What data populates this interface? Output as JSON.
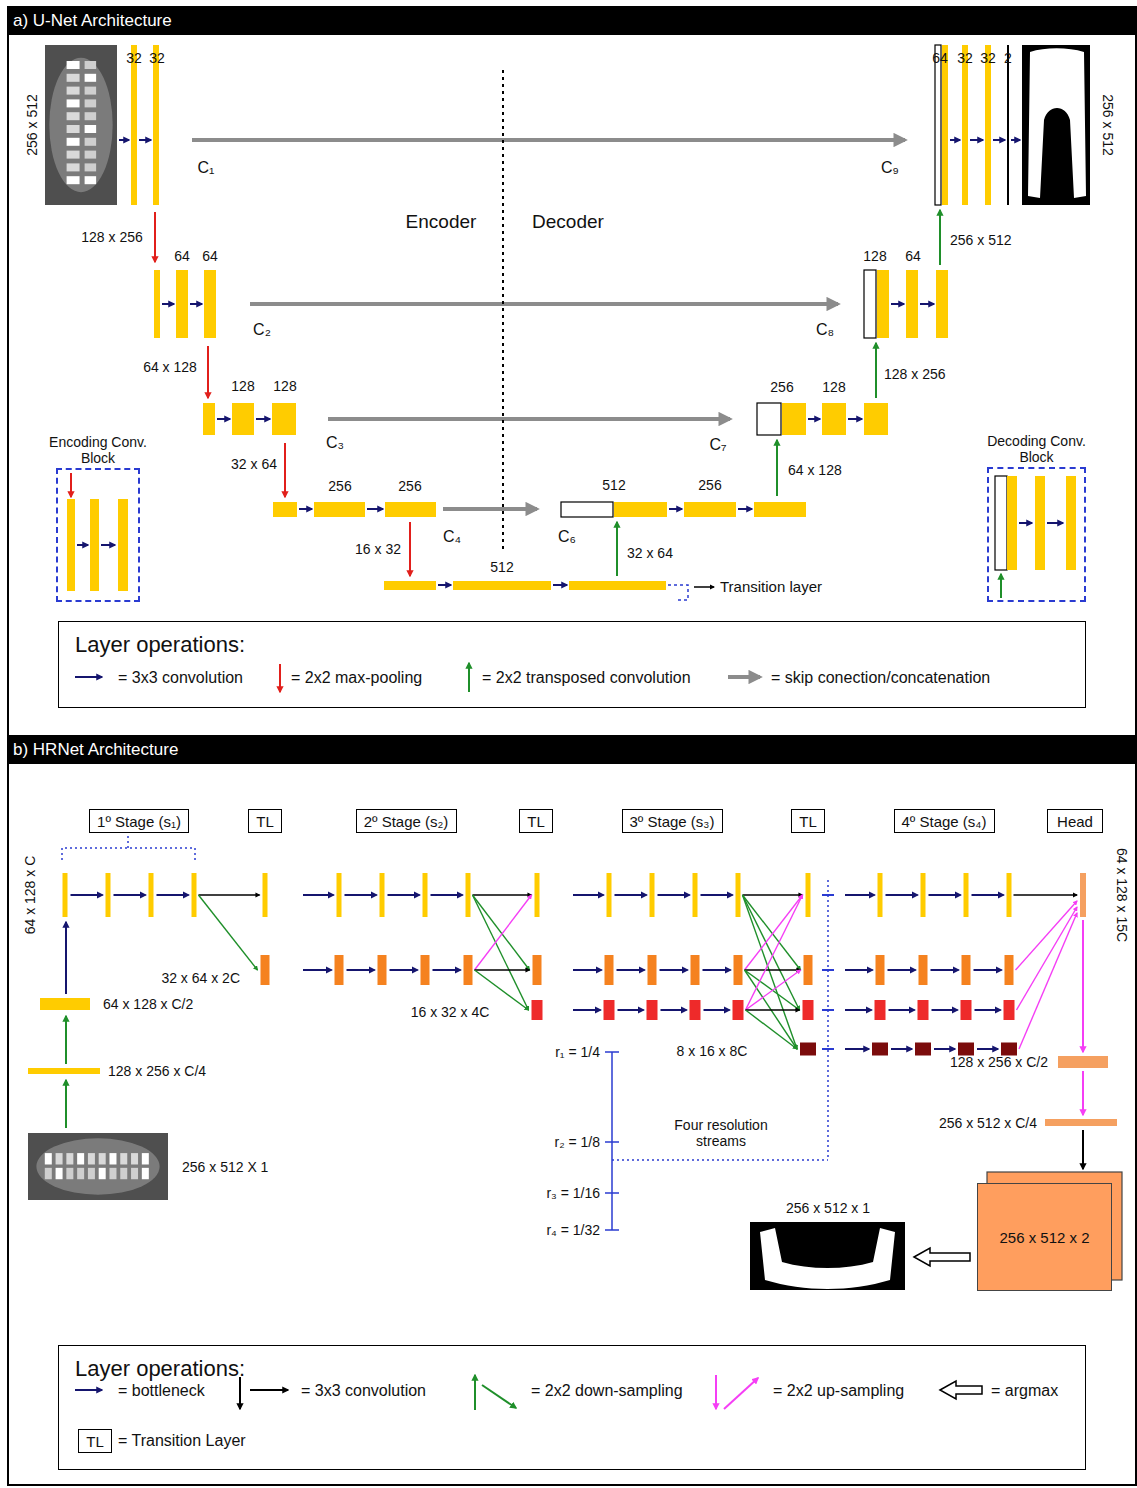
{
  "diagram": {
    "nodes": [
      {
        "text": [
          "a) U-Net Architecture"
        ]
      },
      {
        "text": [
          "Encoding Conv. Block"
        ]
      },
      {
        "text": [
          "Decoding Conv. Block"
        ]
      },
      {
        "text": [
          "Layer operations:"
        ]
      },
      {
        "text": [
          "b) HRNet Architecture"
        ]
      },
      {
        "text": [
          "1º Stage (s₁)"
        ]
      },
      {
        "text": [
          "TL"
        ]
      },
      {
        "text": [
          "2º Stage (s₂)"
        ]
      },
      {
        "text": [
          "TL"
        ]
      },
      {
        "text": [
          "3º Stage (s₃)"
        ]
      },
      {
        "text": [
          "TL"
        ]
      },
      {
        "text": [
          "4º Stage (s₄)"
        ]
      },
      {
        "text": [
          "Head"
        ]
      },
      {
        "text": [
          "256 x 512 x 2"
        ]
      },
      {
        "text": [
          "Layer operations:"
        ]
      },
      {
        "text": [
          "TL"
        ],
        "in": 14
      }
    ],
    "labels": [
      "256 x 512",
      "32",
      "32",
      "C₁",
      "C₉",
      "128 x 256",
      "64",
      "64",
      "C₂",
      "C₈",
      "Encoder",
      "Decoder",
      "64 x 128",
      "128",
      "128",
      "C₃",
      "C₇",
      "32 x 64",
      "256",
      "256",
      "C₄",
      "C₆",
      "16 x 32",
      "512",
      "Transition layer",
      "32 x 64",
      "512",
      "256",
      "64 x 128",
      "256",
      "128",
      "128 x 256",
      "128",
      "64",
      "256 x 512",
      "64",
      "32",
      "32",
      "2",
      "256 x 512",
      "64 x 128 x C",
      "32 x 64 x 2C",
      "64 x 128 x C/2",
      "128 x 256 x C/4",
      "256 x 512 X 1",
      "16 x 32 x 4C",
      "8 x 16 x 8C",
      "r₁ = 1/4",
      "r₂ = 1/8",
      "r₃ = 1/16",
      "r₄ = 1/32",
      "Four resolution streams",
      "64 x 128 x 15C",
      "128 x 256 x C/2",
      "256 x 512 x C/4",
      "256 x 512 x 1"
    ],
    "legend": [
      {
        "text": "= 3x3 convolution"
      },
      {
        "text": "= 2x2 max-pooling"
      },
      {
        "text": "= 2x2 transposed convolution"
      },
      {
        "text": "= skip conection/concatenation"
      },
      {
        "text": "= bottleneck"
      },
      {
        "text": "= 3x3 convolution"
      },
      {
        "text": "= 2x2 down-sampling"
      },
      {
        "text": "= 2x2 up-sampling"
      },
      {
        "text": "= argmax"
      },
      {
        "text": "= Transition Layer"
      }
    ]
  }
}
